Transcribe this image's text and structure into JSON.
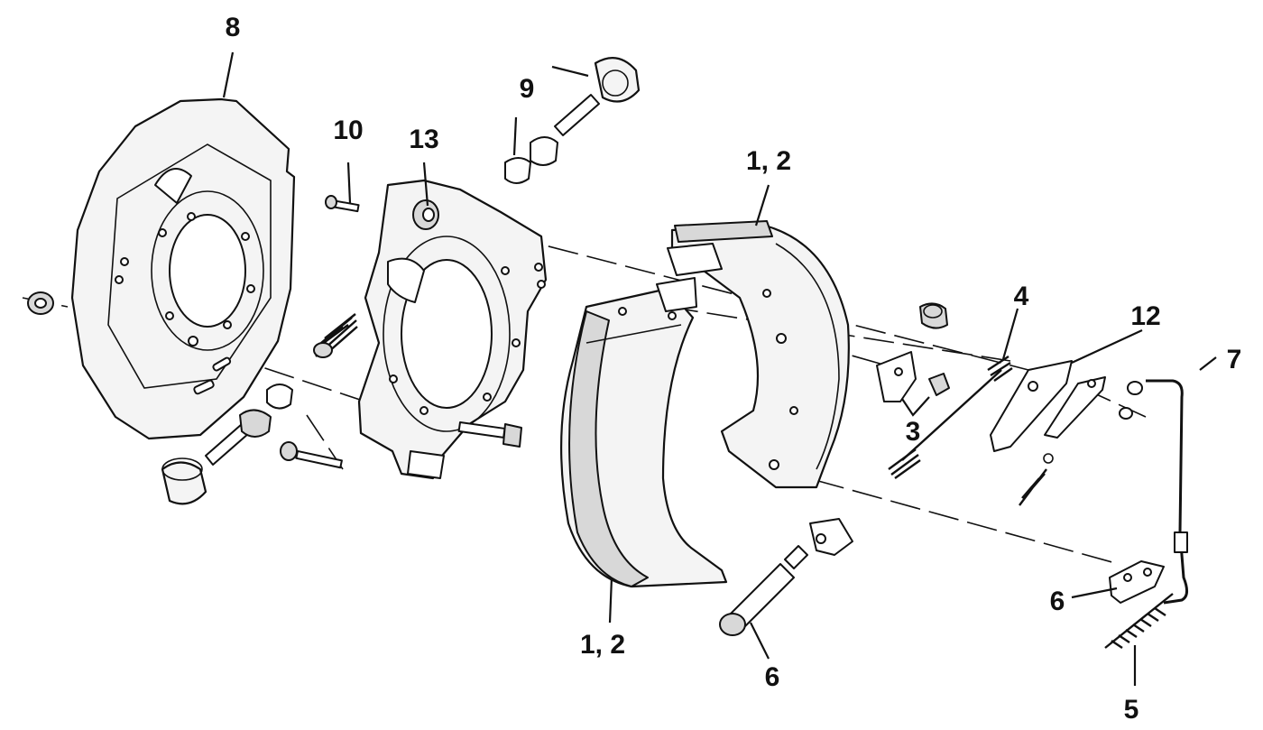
{
  "diagram": {
    "style": "exploded-view line drawing",
    "background": "#ffffff",
    "ink": "#111111",
    "callouts": [
      {
        "id": "c8",
        "text": "8"
      },
      {
        "id": "c9",
        "text": "9"
      },
      {
        "id": "c10",
        "text": "10"
      },
      {
        "id": "c13",
        "text": "13"
      },
      {
        "id": "c12a",
        "text": "1, 2"
      },
      {
        "id": "c4",
        "text": "4"
      },
      {
        "id": "c12",
        "text": "12"
      },
      {
        "id": "c7",
        "text": "7"
      },
      {
        "id": "c3",
        "text": "3"
      },
      {
        "id": "c6a",
        "text": "6"
      },
      {
        "id": "c12b",
        "text": "1, 2"
      },
      {
        "id": "c6b",
        "text": "6"
      },
      {
        "id": "c5",
        "text": "5"
      }
    ]
  }
}
